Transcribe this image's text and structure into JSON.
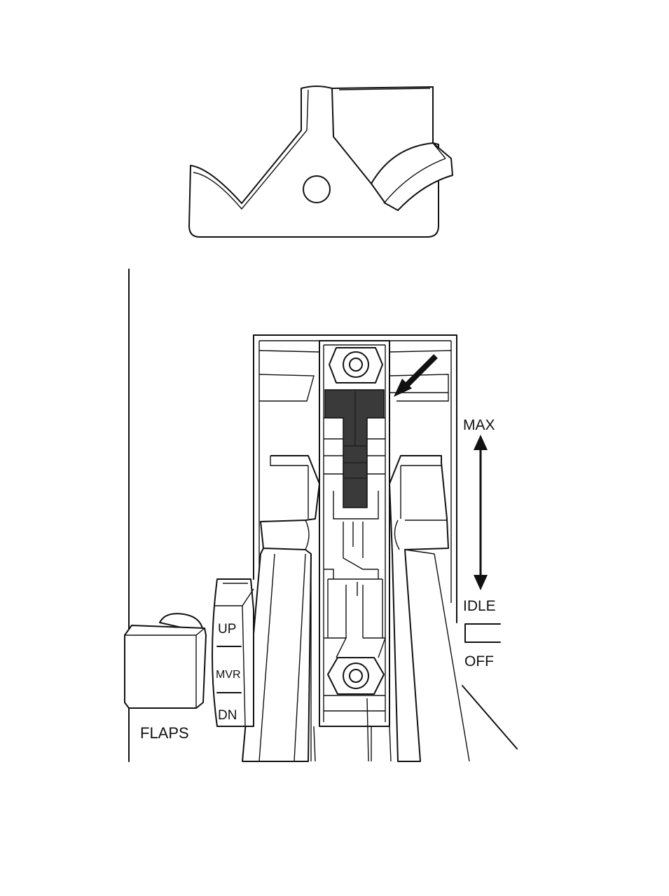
{
  "labels": {
    "max": "MAX",
    "idle": "IDLE",
    "off": "OFF",
    "flaps": "FLAPS",
    "flap_up": "UP",
    "flap_mvr": "MVR",
    "flap_dn": "DN"
  },
  "colors": {
    "line": "#111111",
    "highlight": "#3a3a3a",
    "background": "#ffffff"
  },
  "icons": {
    "pointer": "arrow-icon",
    "range": "double-arrow-icon"
  }
}
